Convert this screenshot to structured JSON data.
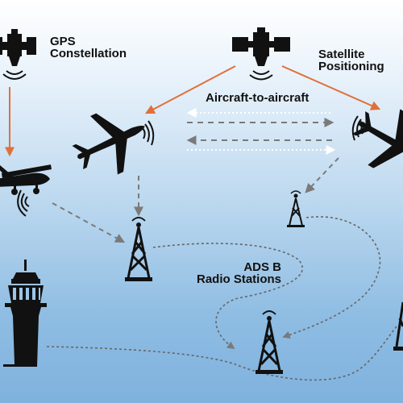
{
  "labels": {
    "gps_line1": "GPS",
    "gps_line2": "Constellation",
    "satpos_line1": "Satellite",
    "satpos_line2": "Positioning",
    "a2a": "Aircraft-to-aircraft",
    "adsb_line1": "ADS B",
    "adsb_line2": "Radio Stations"
  },
  "icons": [
    "satellite-icon",
    "airplane-icon",
    "small-plane-icon",
    "radio-tower-icon",
    "control-tower-icon",
    "signal-waves-icon"
  ],
  "colors": {
    "orange_link": "#e0703a",
    "dashed_link": "#7a7a7a",
    "dotted_link": "#ffffff",
    "silhouette": "#111111"
  }
}
